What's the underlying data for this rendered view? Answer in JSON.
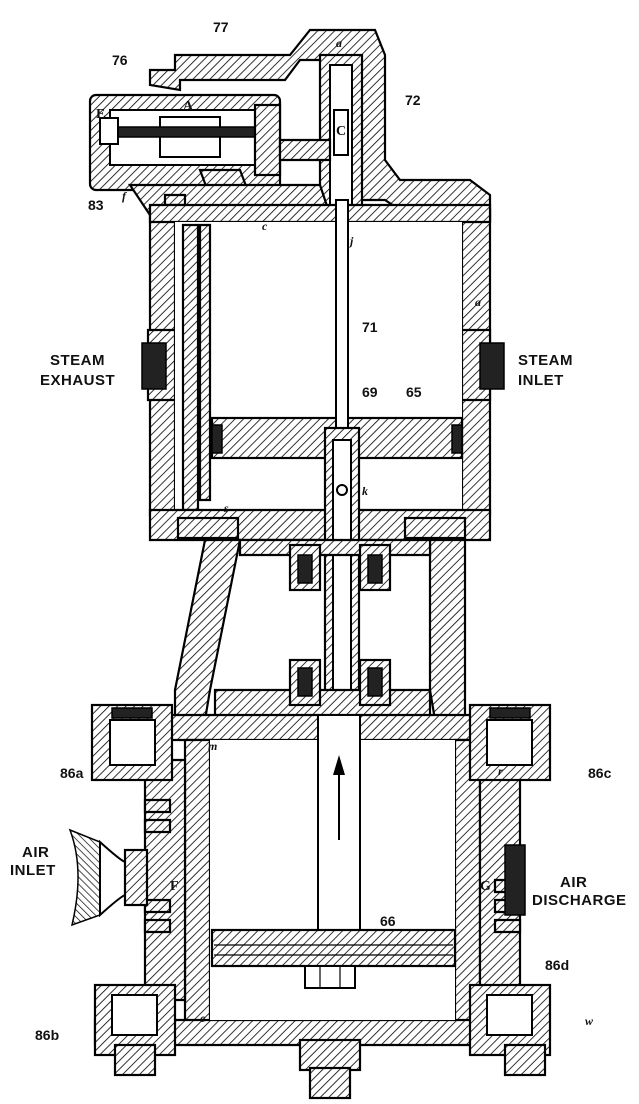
{
  "labels": {
    "steam_exhaust_1": "STEAM",
    "steam_exhaust_2": "EXHAUST",
    "steam_inlet_1": "STEAM",
    "steam_inlet_2": "INLET",
    "air_inlet_1": "AIR",
    "air_inlet_2": "INLET",
    "air_discharge_1": "AIR",
    "air_discharge_2": "DISCHARGE"
  },
  "numbers": {
    "n76": "76",
    "n77": "77",
    "n72": "72",
    "n83": "83",
    "n71": "71",
    "n69": "69",
    "n65": "65",
    "n66": "66",
    "n86a": "86a",
    "n86b": "86b",
    "n86c": "86c",
    "n86d": "86d"
  },
  "letters": {
    "E": "E",
    "A": "A",
    "C": "C",
    "F": "F",
    "G": "G",
    "a_top": "a",
    "a_right": "a",
    "c_top": "c",
    "f": "f",
    "j": "j",
    "k": "k",
    "m": "m",
    "r": "r",
    "s": "s",
    "w": "w",
    "e": "e"
  },
  "colors": {
    "ink": "#000000",
    "paper": "#ffffff"
  }
}
